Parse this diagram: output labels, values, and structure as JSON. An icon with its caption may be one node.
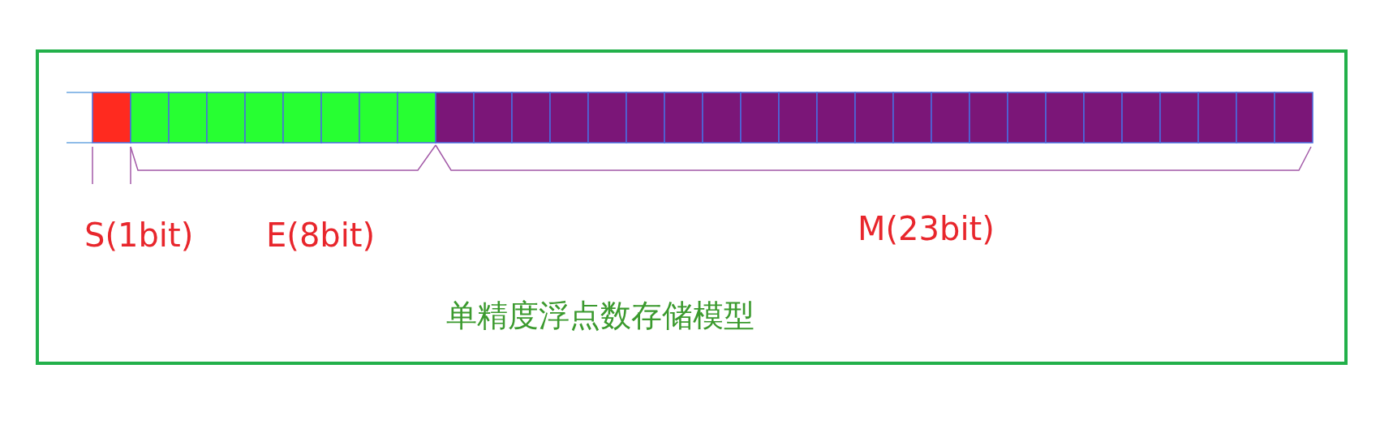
{
  "diagram": {
    "caption": "单精度浮点数存储模型",
    "labels": [
      "S(1bit)",
      "E(8bit)",
      "M(23bit)"
    ]
  }
}
